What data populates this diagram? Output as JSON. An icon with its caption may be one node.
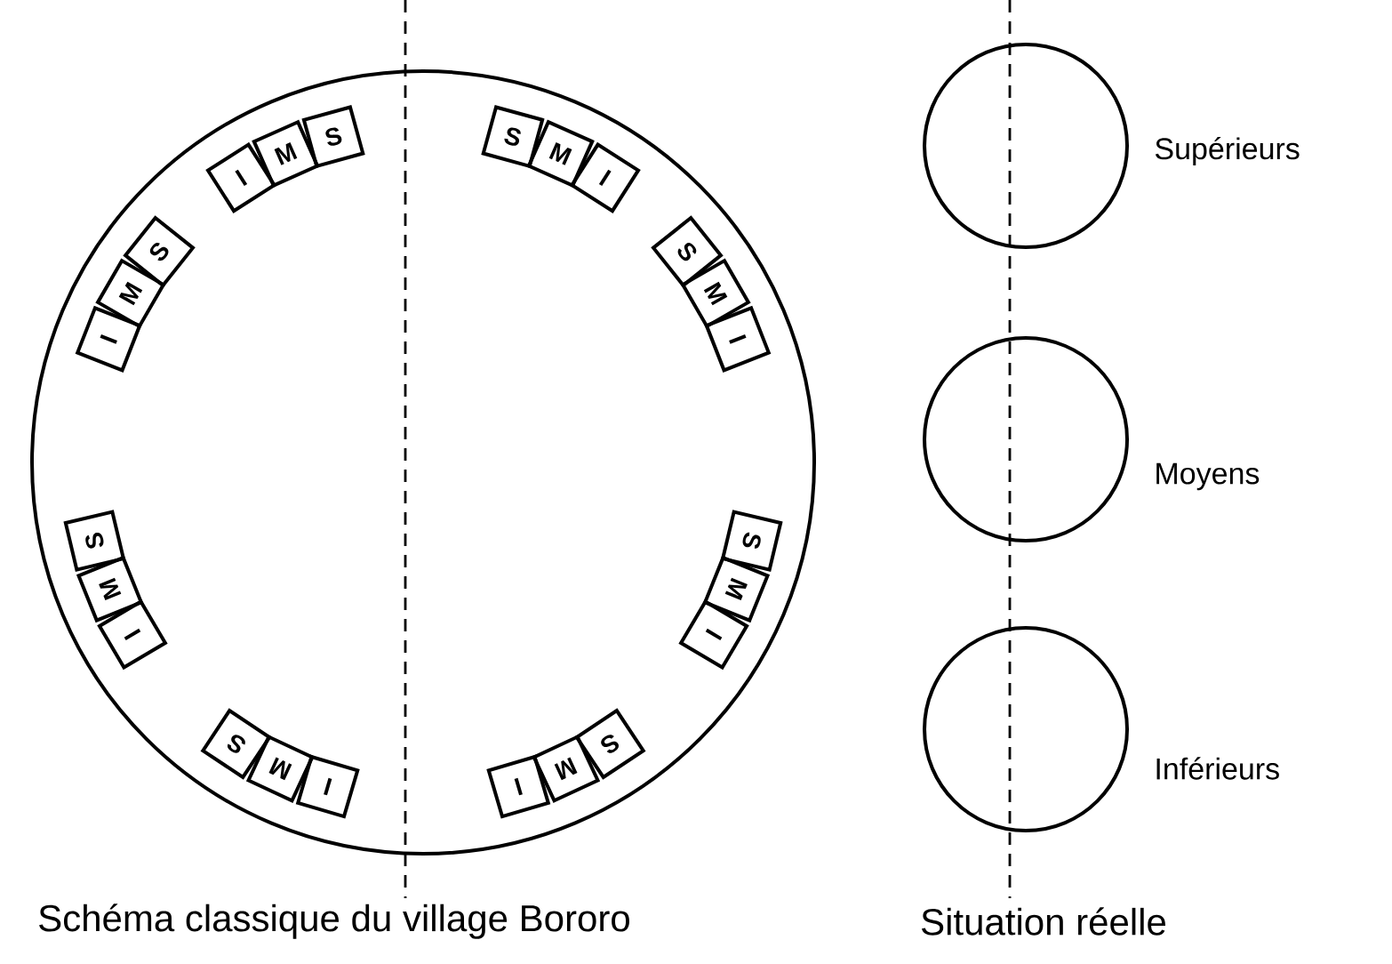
{
  "diagram": {
    "nodes": [
      {
        "text": [],
        "shape": "circle"
      },
      {
        "text": [
          "I"
        ],
        "in": 0
      },
      {
        "text": [
          "M"
        ],
        "in": 0
      },
      {
        "text": [
          "S"
        ],
        "in": 0
      },
      {
        "text": [
          "S"
        ],
        "in": 0
      },
      {
        "text": [
          "M"
        ],
        "in": 0
      },
      {
        "text": [
          "I"
        ],
        "in": 0
      },
      {
        "text": [
          "S"
        ],
        "in": 0
      },
      {
        "text": [
          "M"
        ],
        "in": 0
      },
      {
        "text": [
          "I"
        ],
        "in": 0
      },
      {
        "text": [
          "S"
        ],
        "in": 0
      },
      {
        "text": [
          "M"
        ],
        "in": 0
      },
      {
        "text": [
          "I"
        ],
        "in": 0
      },
      {
        "text": [
          "S"
        ],
        "in": 0
      },
      {
        "text": [
          "M"
        ],
        "in": 0
      },
      {
        "text": [
          "I"
        ],
        "in": 0
      },
      {
        "text": [
          "S"
        ],
        "in": 0
      },
      {
        "text": [
          "M"
        ],
        "in": 0
      },
      {
        "text": [
          "I"
        ],
        "in": 0
      },
      {
        "text": [
          "S"
        ],
        "in": 0
      },
      {
        "text": [
          "M"
        ],
        "in": 0
      },
      {
        "text": [
          "I"
        ],
        "in": 0
      },
      {
        "text": [
          "I"
        ],
        "in": 0
      },
      {
        "text": [
          "M"
        ],
        "in": 0
      },
      {
        "text": [
          "S"
        ],
        "in": 0
      },
      {
        "text": [],
        "shape": "circle",
        "beside": [
          "Supérieurs"
        ]
      },
      {
        "text": [],
        "shape": "circle",
        "beside": [
          "Moyens"
        ]
      },
      {
        "text": [],
        "shape": "circle",
        "beside": [
          "Inférieurs"
        ]
      }
    ],
    "edges": [],
    "labels": [
      "Schéma classique du village Bororo",
      "Situation réelle"
    ]
  }
}
